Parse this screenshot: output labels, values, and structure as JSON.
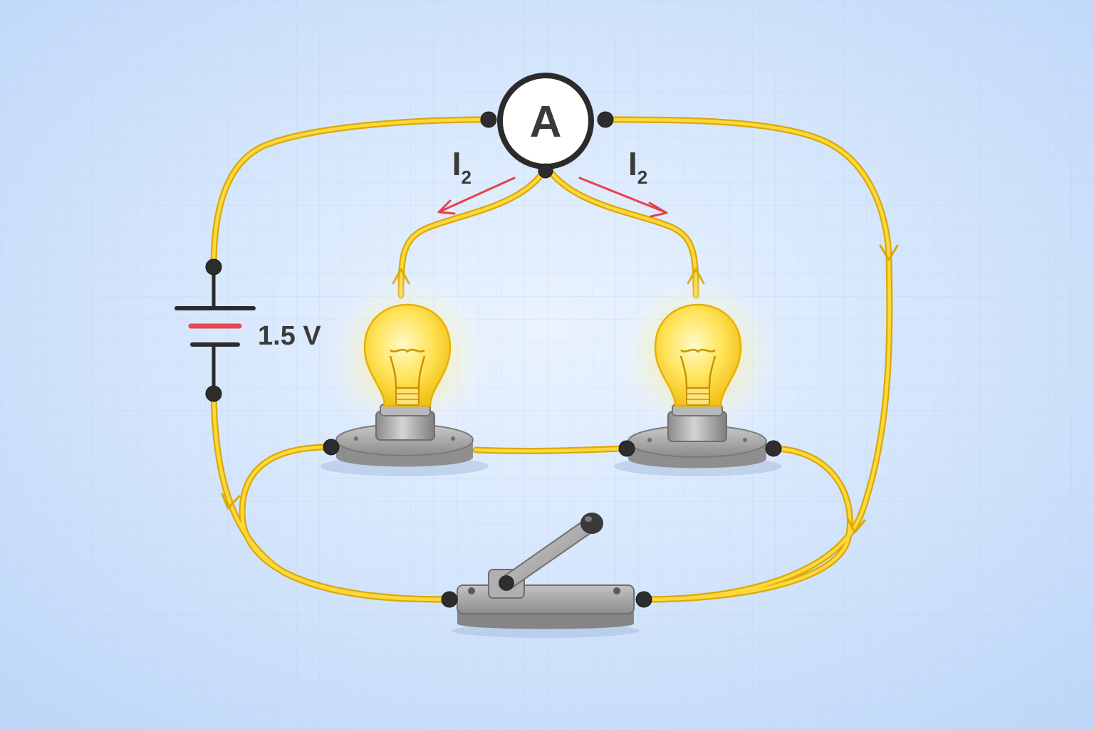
{
  "ammeter": {
    "symbol": "A"
  },
  "battery": {
    "voltage_label": "1.5 V"
  },
  "current_labels": [
    {
      "main": "I",
      "sub": "2"
    },
    {
      "main": "I",
      "sub": "2"
    }
  ],
  "colors": {
    "background": "#cfe3fb",
    "wire": "#f2c418",
    "current_arrow": "#e6414a",
    "bulb_glow": "#ffe15a",
    "metal": "#9a9a9a"
  },
  "components": {
    "bulbs": 2,
    "switch_state": "open"
  }
}
